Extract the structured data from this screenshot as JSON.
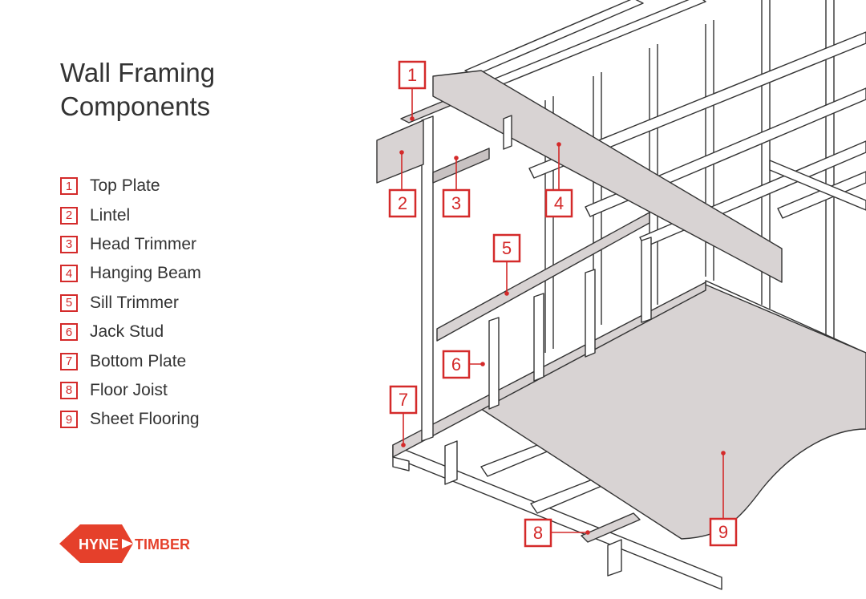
{
  "title": {
    "line1": "Wall Framing",
    "line2": "Components"
  },
  "legend": [
    {
      "num": "1",
      "label": "Top Plate"
    },
    {
      "num": "2",
      "label": "Lintel"
    },
    {
      "num": "3",
      "label": "Head Trimmer"
    },
    {
      "num": "4",
      "label": "Hanging Beam"
    },
    {
      "num": "5",
      "label": "Sill Trimmer"
    },
    {
      "num": "6",
      "label": "Jack Stud"
    },
    {
      "num": "7",
      "label": "Bottom Plate"
    },
    {
      "num": "8",
      "label": "Floor Joist"
    },
    {
      "num": "9",
      "label": "Sheet Flooring"
    }
  ],
  "logo": {
    "left_word": "HYNE",
    "right_word": "TIMBER"
  },
  "callouts": [
    "1",
    "2",
    "3",
    "4",
    "5",
    "6",
    "7",
    "8",
    "9"
  ],
  "colors": {
    "accent": "#d42a2a",
    "text": "#333333",
    "timber": "#d8d3d3"
  }
}
